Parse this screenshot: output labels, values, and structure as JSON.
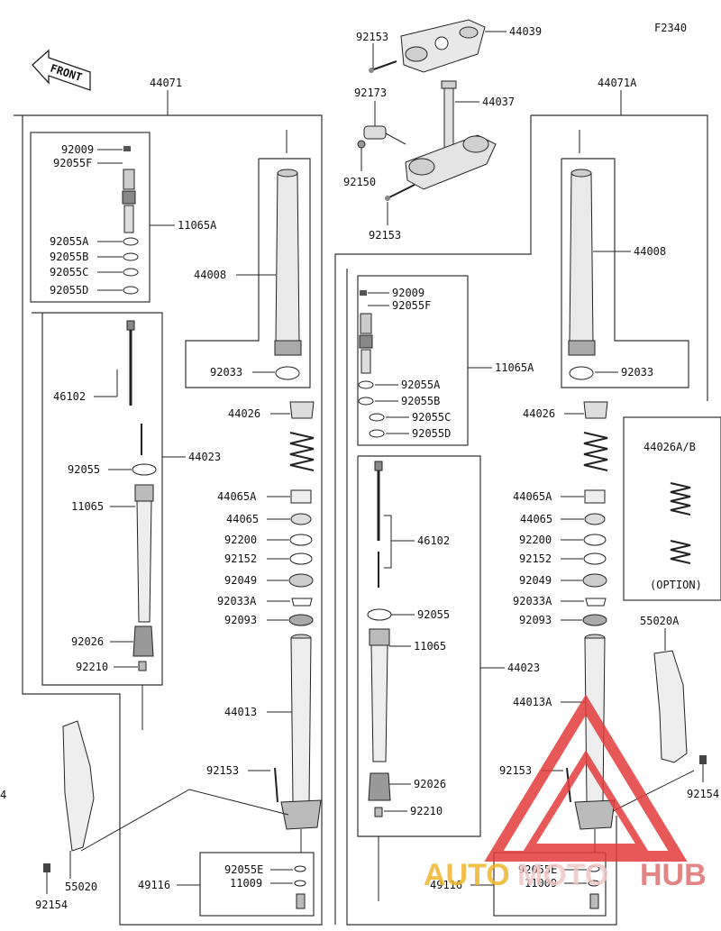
{
  "figure_code": "F2340",
  "front_label": "FRONT",
  "watermark": {
    "part1": "AUTO",
    "part2": "MOTO",
    "part3": "HUB",
    "color1": "#f0b429",
    "color2": "#f2c6c6",
    "color3": "#e07070",
    "triangle_color": "#e33b3b"
  },
  "callouts": {
    "c92153_top": "92153",
    "c44039": "44039",
    "c92173": "92173",
    "c44037": "44037",
    "c92150": "92150",
    "c92153_mid": "92153",
    "c44071": "44071",
    "c44071A": "44071A",
    "L_92009": "92009",
    "L_92055F": "92055F",
    "L_11065A": "11065A",
    "L_92055A": "92055A",
    "L_92055B": "92055B",
    "L_92055C": "92055C",
    "L_92055D": "92055D",
    "L_44008": "44008",
    "L_92033": "92033",
    "L_46102": "46102",
    "L_44026": "44026",
    "L_92055": "92055",
    "L_44023": "44023",
    "L_11065": "11065",
    "L_44065A": "44065A",
    "L_44065": "44065",
    "L_92200": "92200",
    "L_92152": "92152",
    "L_92049": "92049",
    "L_92033A": "92033A",
    "L_92093": "92093",
    "L_92026": "92026",
    "L_92210": "92210",
    "L_44013": "44013",
    "L_92153": "92153",
    "L_55020": "55020",
    "L_92154": "92154",
    "L_92055E": "92055E",
    "L_49116": "49116",
    "L_11009": "11009",
    "R_92009": "92009",
    "R_92055F": "92055F",
    "R_11065A": "11065A",
    "R_92055A": "92055A",
    "R_92055B": "92055B",
    "R_92055C": "92055C",
    "R_92055D": "92055D",
    "R_44008": "44008",
    "R_92033": "92033",
    "R_46102": "46102",
    "R_44026": "44026",
    "R_92055": "92055",
    "R_11065": "11065",
    "R_44023": "44023",
    "R_44065A": "44065A",
    "R_44065": "44065",
    "R_92200": "92200",
    "R_92152": "92152",
    "R_92049": "92049",
    "R_92033A": "92033A",
    "R_92093": "92093",
    "R_92026": "92026",
    "R_92210": "92210",
    "R_44013A": "44013A",
    "R_92153": "92153",
    "R_55020A": "55020A",
    "R_92154": "92154",
    "R_92055E": "92055E",
    "R_49116": "49116",
    "R_11009": "11009",
    "opt_44026AB": "44026A/B",
    "opt_option": "(OPTION)",
    "edge_4": "4"
  }
}
